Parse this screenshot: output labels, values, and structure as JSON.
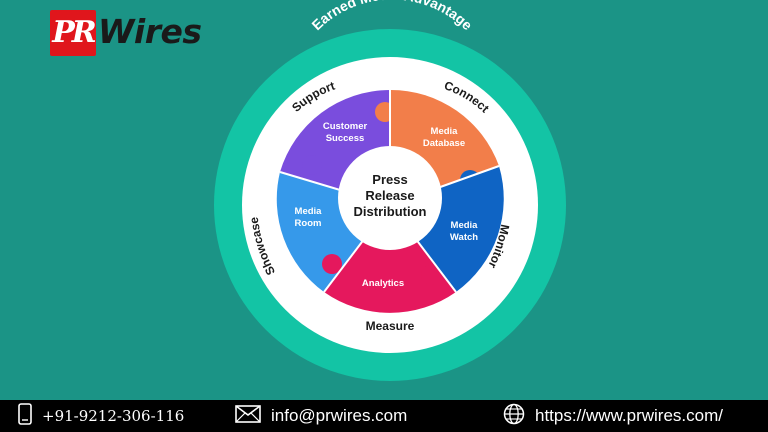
{
  "brand": {
    "pr": "PR",
    "wires": "Wires"
  },
  "diagram": {
    "ring_title": "Earned Media Advantage",
    "center": [
      "Press",
      "Release",
      "Distribution"
    ],
    "outer_labels": {
      "support": "Support",
      "connect": "Connect",
      "monitor": "Monitor",
      "measure": "Measure",
      "showcase": "Showcase"
    },
    "pieces": [
      {
        "id": "customer-success",
        "lines": [
          "Customer",
          "Success"
        ],
        "color": "#7a4ddd"
      },
      {
        "id": "media-database",
        "lines": [
          "Media",
          "Database"
        ],
        "color": "#f27e4a"
      },
      {
        "id": "media-watch",
        "lines": [
          "Media",
          "Watch"
        ],
        "color": "#0f64c4"
      },
      {
        "id": "analytics",
        "lines": [
          "Analytics"
        ],
        "color": "#e5185d"
      },
      {
        "id": "media-room",
        "lines": [
          "Media",
          "Room"
        ],
        "color": "#3699ea"
      }
    ],
    "colors": {
      "outer_ring": "#13c4a5",
      "white_ring": "#ffffff",
      "background": "#1b9486"
    }
  },
  "footer": {
    "phone": "+91-9212-306-116",
    "email": "info@prwires.com",
    "website": "https://www.prwires.com/"
  }
}
